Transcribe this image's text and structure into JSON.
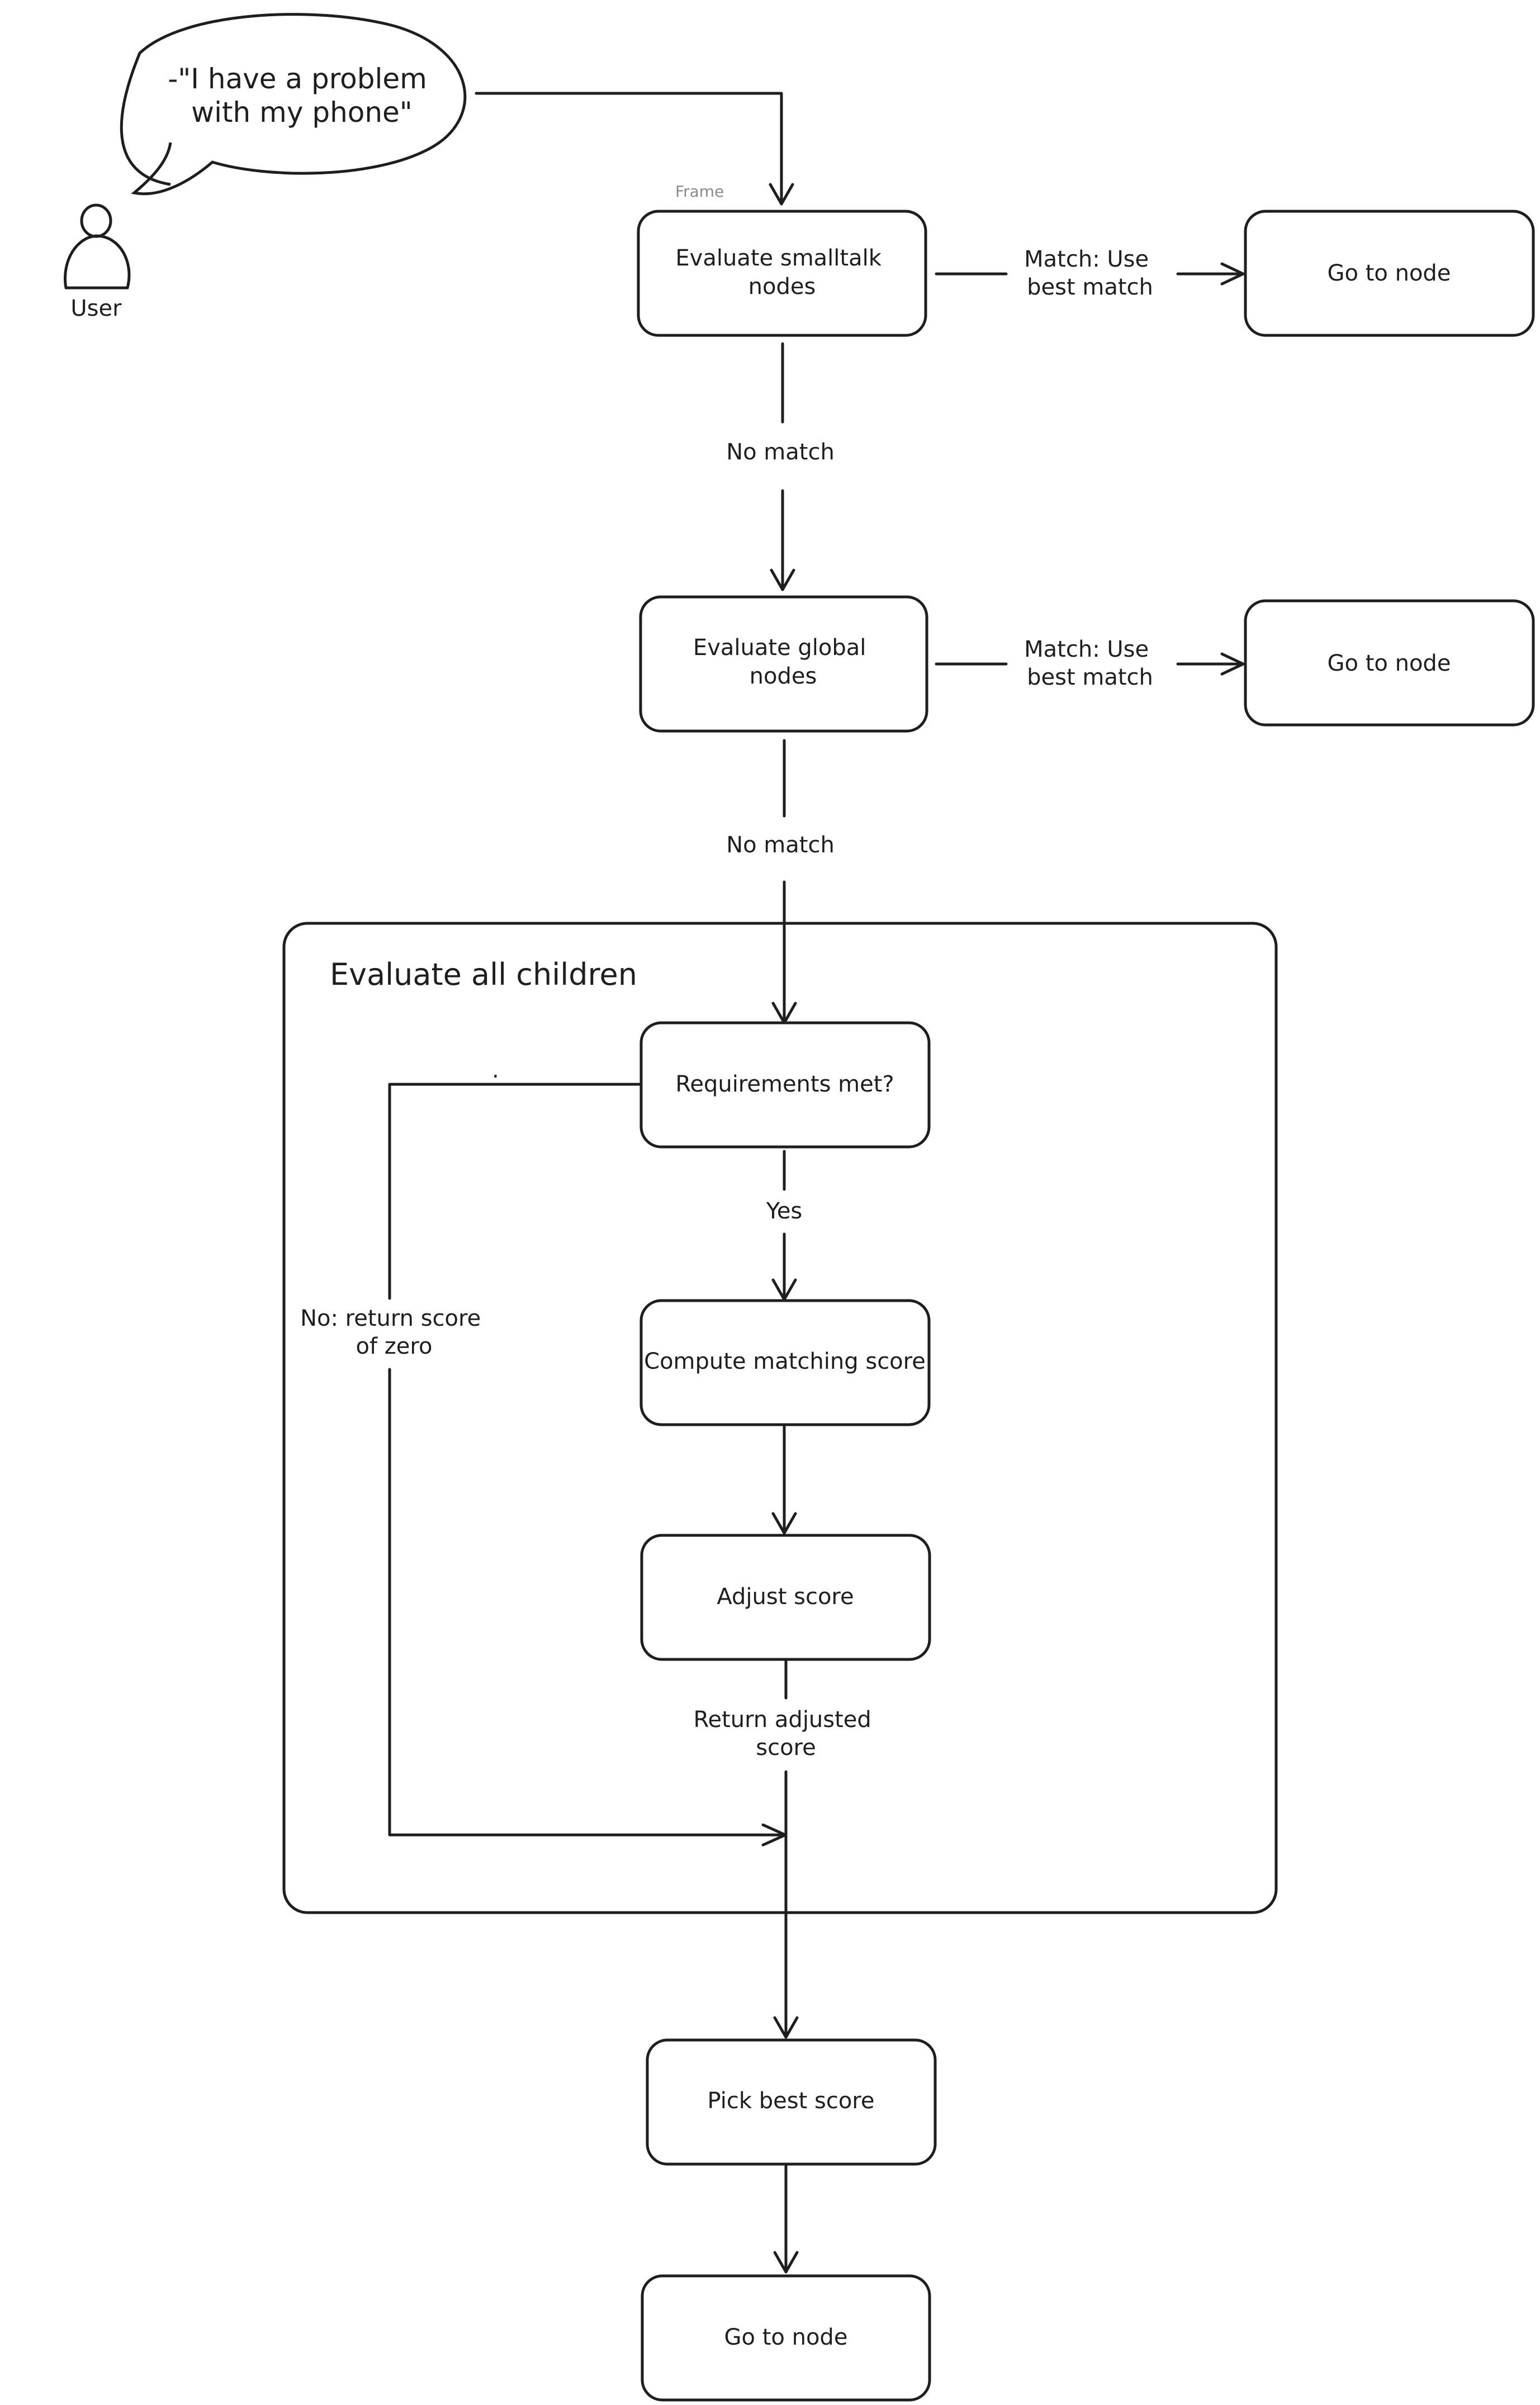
{
  "speech": {
    "lines": [
      "-\"I have a problem",
      "with my phone\""
    ]
  },
  "user": {
    "label": "User",
    "icon": "user-icon"
  },
  "frame": {
    "tag": "Frame",
    "title": "Evaluate all children"
  },
  "nodes": {
    "smalltalk": [
      "Evaluate smalltalk",
      "nodes"
    ],
    "global": [
      "Evaluate global",
      "nodes"
    ],
    "goto1": [
      "Go to node"
    ],
    "goto2": [
      "Go to node"
    ],
    "requirements": [
      "Requirements met?"
    ],
    "compute": [
      "Compute matching score"
    ],
    "adjust": [
      "Adjust score"
    ],
    "pick": [
      "Pick best score"
    ],
    "goto3": [
      "Go to node"
    ]
  },
  "edges": {
    "match1": [
      "Match: Use",
      "best match"
    ],
    "match2": [
      "Match: Use",
      "best match"
    ],
    "nomatch1": [
      "No match"
    ],
    "nomatch2": [
      "No match"
    ],
    "yes": [
      "Yes"
    ],
    "no_zero": [
      "No: return score",
      "of zero"
    ],
    "return_adjusted": [
      "Return adjusted",
      "score"
    ]
  },
  "stray_mark": "."
}
